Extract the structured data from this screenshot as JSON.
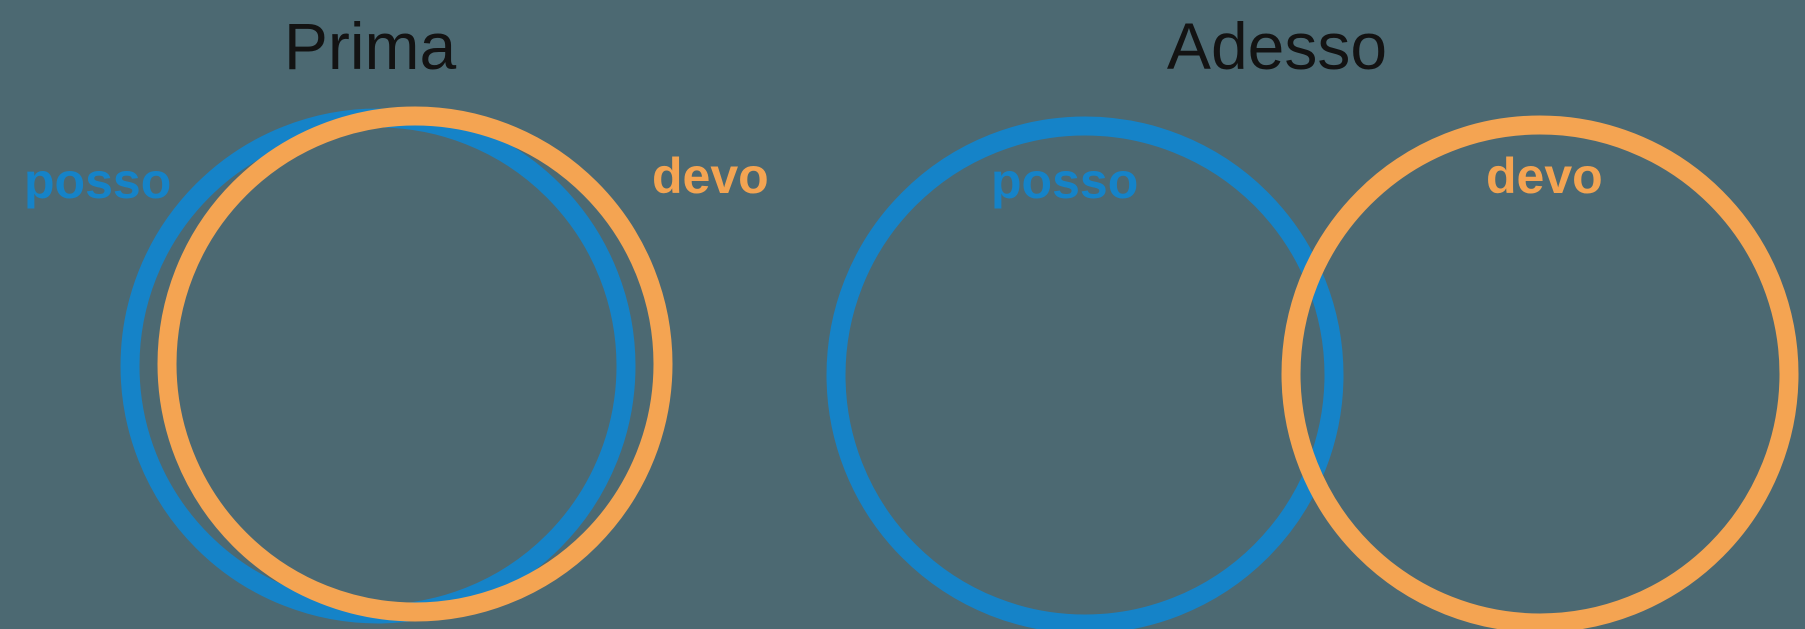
{
  "colors": {
    "background": "#4C6972",
    "blue": "#1583C8",
    "orange": "#F4A452",
    "title_text": "#131313"
  },
  "panels": {
    "prima": {
      "title": "Prima",
      "overlap": "almost-total",
      "circles": [
        {
          "label": "posso",
          "color_name": "blue",
          "label_position": "outside-left"
        },
        {
          "label": "devo",
          "color_name": "orange",
          "label_position": "outside-right"
        }
      ]
    },
    "adesso": {
      "title": "Adesso",
      "overlap": "partial",
      "circles": [
        {
          "label": "posso",
          "color_name": "blue",
          "label_position": "inside-top"
        },
        {
          "label": "devo",
          "color_name": "orange",
          "label_position": "inside-top"
        }
      ]
    }
  }
}
